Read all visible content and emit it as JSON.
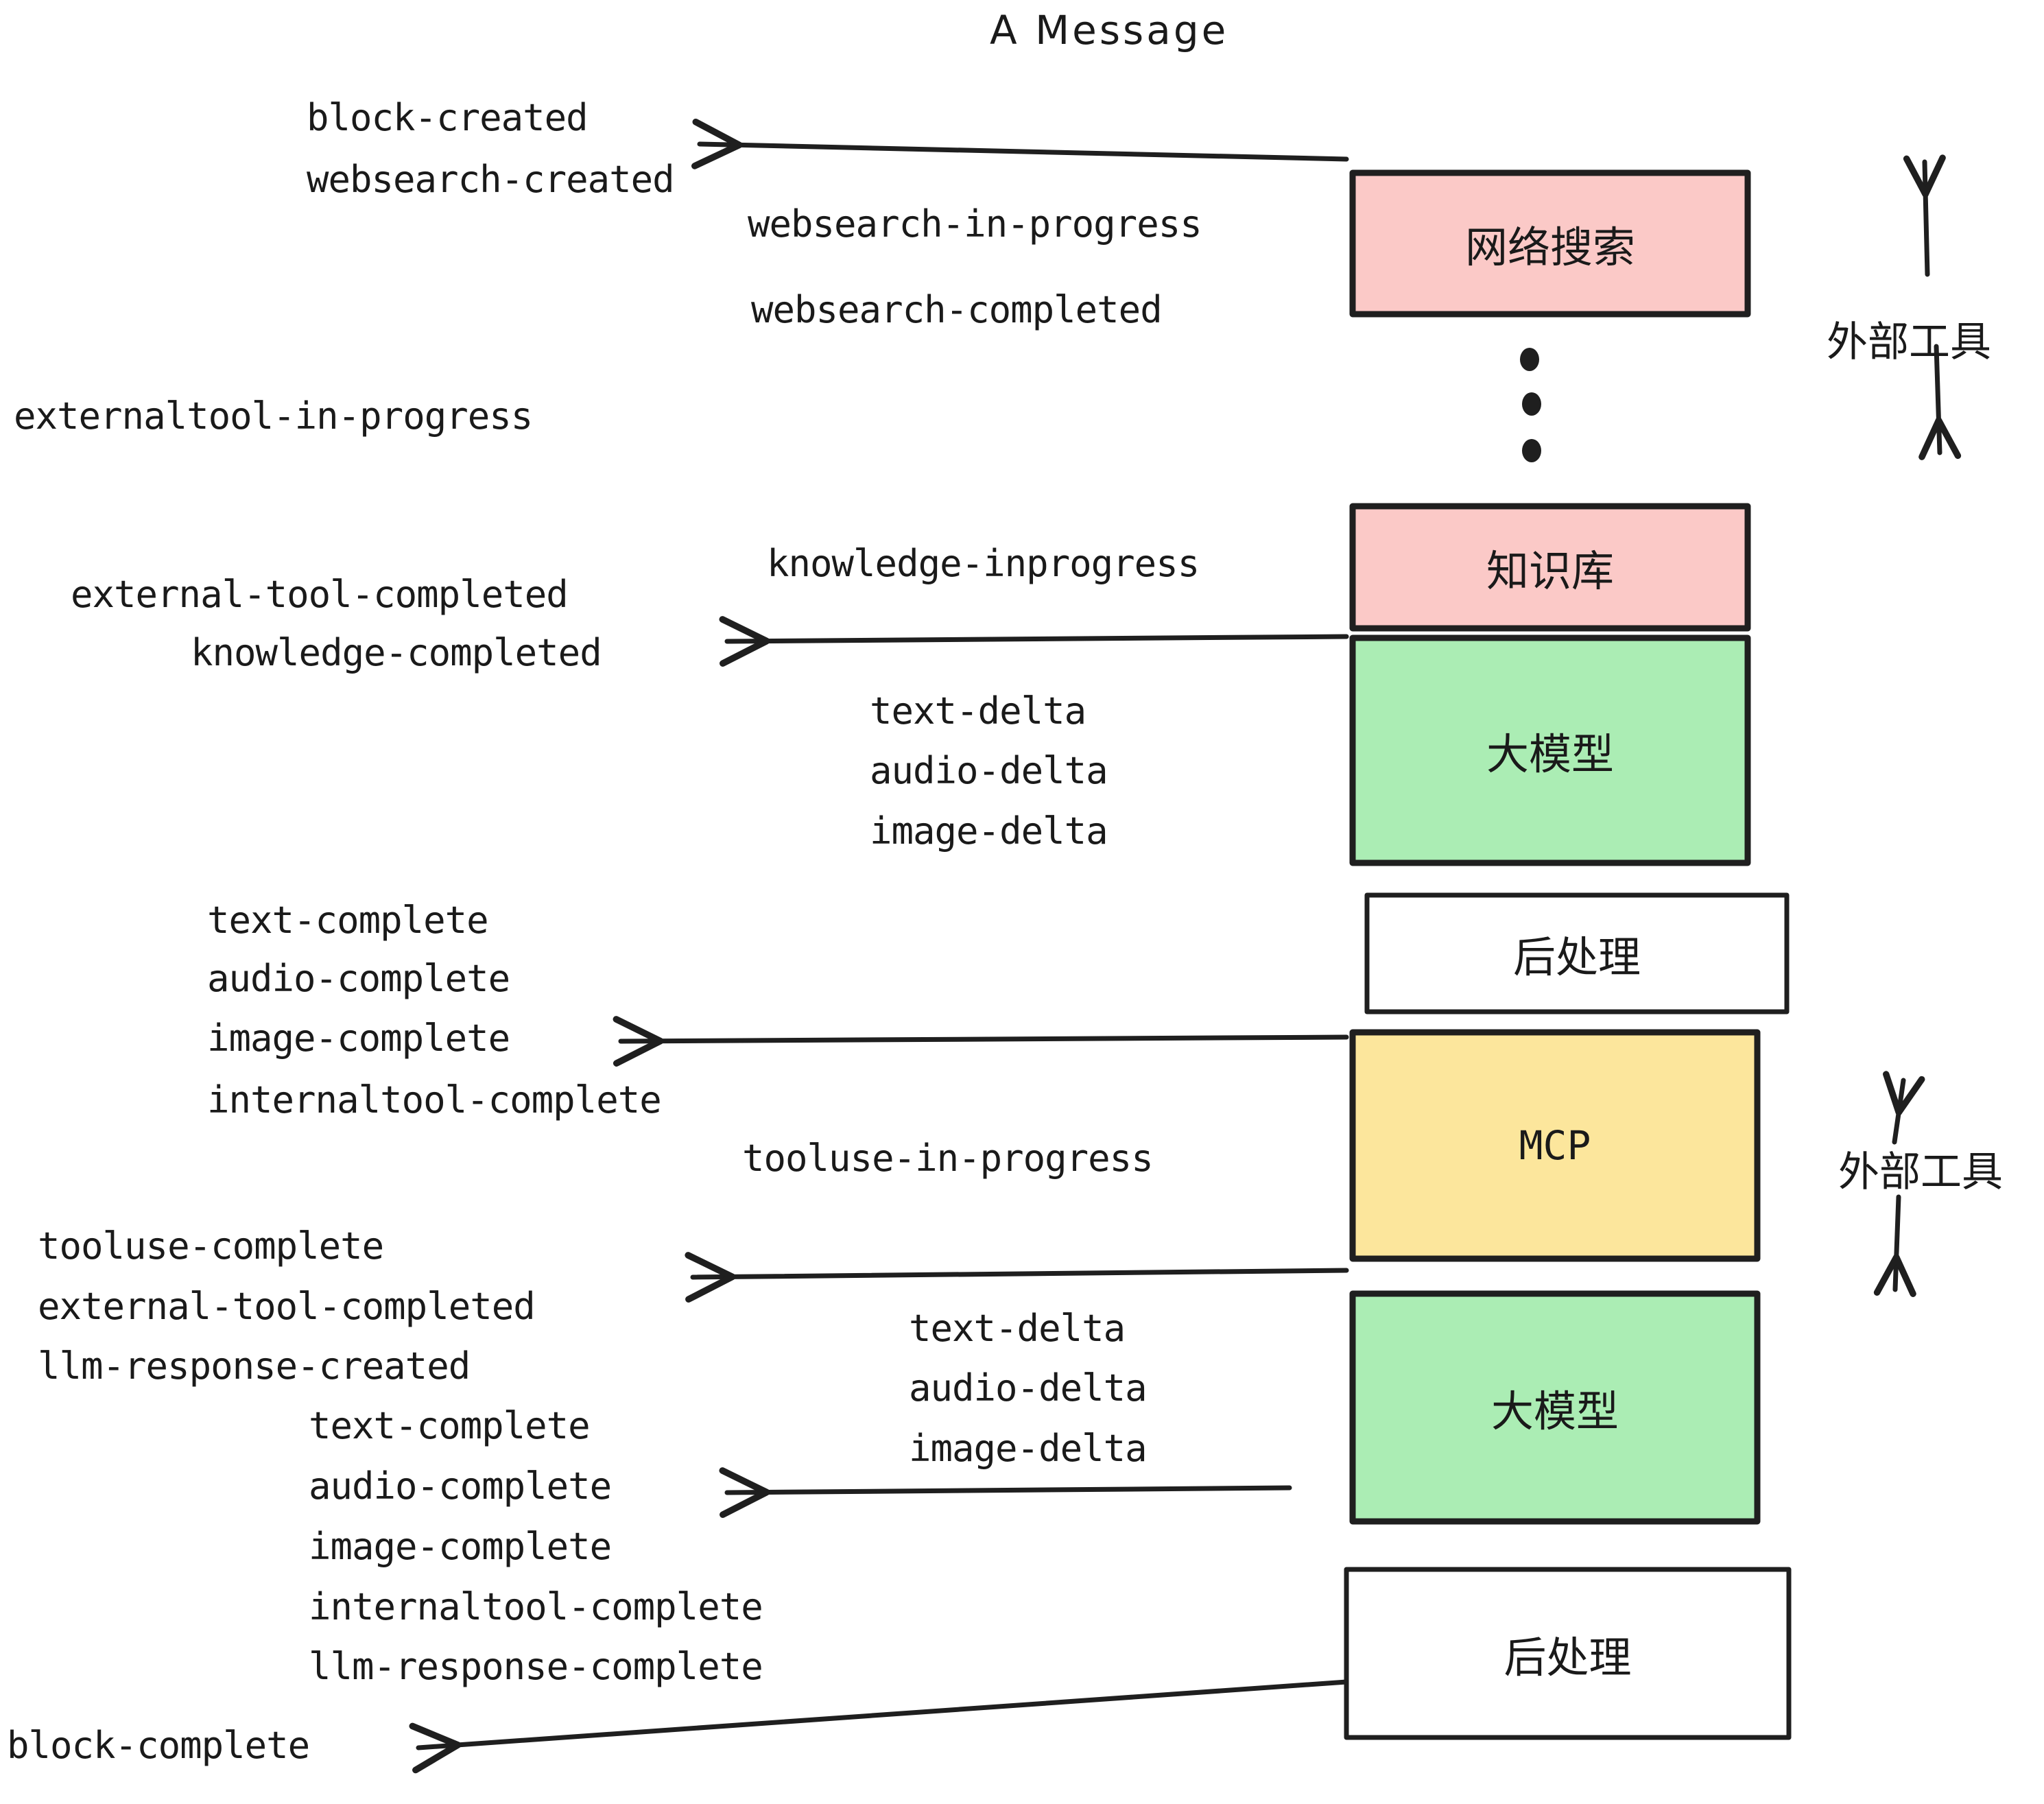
{
  "diagram": {
    "title": "A Message",
    "colors": {
      "external_tool_box": "#FBC9C7",
      "llm_box": "#ABEDB4",
      "mcp_box": "#FCE69C",
      "postprocess_box": "#FFFFFF",
      "stroke": "#1F1F1F",
      "background": "#FFFFFF"
    },
    "nodes": [
      {
        "id": "websearch",
        "label": "网络搜索",
        "kind": "external-tool",
        "fill": "#FBC9C7"
      },
      {
        "id": "knowledge",
        "label": "知识库",
        "kind": "external-tool",
        "fill": "#FBC9C7"
      },
      {
        "id": "llm-1",
        "label": "大模型",
        "kind": "llm",
        "fill": "#ABEDB4"
      },
      {
        "id": "postprocess-1",
        "label": "后处理",
        "kind": "postprocess",
        "fill": "#FFFFFF"
      },
      {
        "id": "mcp",
        "label": "MCP",
        "kind": "mcp",
        "fill": "#FCE69C"
      },
      {
        "id": "llm-2",
        "label": "大模型",
        "kind": "llm",
        "fill": "#ABEDB4"
      },
      {
        "id": "postprocess-2",
        "label": "后处理",
        "kind": "postprocess",
        "fill": "#FFFFFF"
      }
    ],
    "side_annotations": [
      {
        "id": "external-tools-top",
        "label": "外部工具"
      },
      {
        "id": "external-tools-bottom",
        "label": "外部工具"
      }
    ],
    "ellipsis": "⋮",
    "events": {
      "group_websearch": [
        "block-created",
        "websearch-created",
        "websearch-in-progress",
        "websearch-completed"
      ],
      "group_externaltool": [
        "externaltool-in-progress"
      ],
      "group_knowledge": [
        "knowledge-inprogress",
        "external-tool-completed",
        "knowledge-completed"
      ],
      "group_llm1_deltas": [
        "text-delta",
        "audio-delta",
        "image-delta"
      ],
      "group_postprocess1": [
        "text-complete",
        "audio-complete",
        "image-complete",
        "internaltool-complete"
      ],
      "group_mcp": [
        "tooluse-in-progress",
        "tooluse-complete",
        "external-tool-completed",
        "llm-response-created"
      ],
      "group_llm2_deltas": [
        "text-delta",
        "audio-delta",
        "image-delta"
      ],
      "group_postprocess2": [
        "text-complete",
        "audio-complete",
        "image-complete",
        "internaltool-complete",
        "llm-response-complete"
      ],
      "group_final": [
        "block-complete"
      ]
    },
    "labels": [
      {
        "id": "block-created",
        "text": "block-created"
      },
      {
        "id": "websearch-created",
        "text": "websearch-created"
      },
      {
        "id": "websearch-in-progress",
        "text": "websearch-in-progress"
      },
      {
        "id": "websearch-completed",
        "text": "websearch-completed"
      },
      {
        "id": "externaltool-in-progress",
        "text": "externaltool-in-progress"
      },
      {
        "id": "knowledge-inprogress",
        "text": "knowledge-inprogress"
      },
      {
        "id": "external-tool-completed-1",
        "text": "external-tool-completed"
      },
      {
        "id": "knowledge-completed",
        "text": "knowledge-completed"
      },
      {
        "id": "text-delta-1",
        "text": "text-delta"
      },
      {
        "id": "audio-delta-1",
        "text": "audio-delta"
      },
      {
        "id": "image-delta-1",
        "text": "image-delta"
      },
      {
        "id": "text-complete-1",
        "text": "text-complete"
      },
      {
        "id": "audio-complete-1",
        "text": "audio-complete"
      },
      {
        "id": "image-complete-1",
        "text": "image-complete"
      },
      {
        "id": "internaltool-complete-1",
        "text": "internaltool-complete"
      },
      {
        "id": "tooluse-in-progress",
        "text": "tooluse-in-progress"
      },
      {
        "id": "tooluse-complete",
        "text": "tooluse-complete"
      },
      {
        "id": "external-tool-completed-2",
        "text": "external-tool-completed"
      },
      {
        "id": "llm-response-created",
        "text": "llm-response-created"
      },
      {
        "id": "text-delta-2",
        "text": "text-delta"
      },
      {
        "id": "audio-delta-2",
        "text": "audio-delta"
      },
      {
        "id": "image-delta-2",
        "text": "image-delta"
      },
      {
        "id": "text-complete-2",
        "text": "text-complete"
      },
      {
        "id": "audio-complete-2",
        "text": "audio-complete"
      },
      {
        "id": "image-complete-2",
        "text": "image-complete"
      },
      {
        "id": "internaltool-complete-2",
        "text": "internaltool-complete"
      },
      {
        "id": "llm-response-complete",
        "text": "llm-response-complete"
      },
      {
        "id": "block-complete",
        "text": "block-complete"
      }
    ]
  }
}
